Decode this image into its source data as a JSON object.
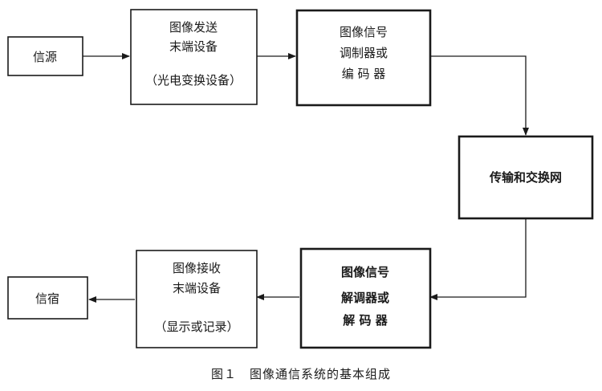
{
  "figure": {
    "caption": "图１　图像通信系统的基本组成"
  },
  "blocks": {
    "source": {
      "line1": "信源"
    },
    "tx_terminal": {
      "line1": "图像发送",
      "line2": "末端设备",
      "line3": "（光电变换设备）"
    },
    "modulator": {
      "line1": "图像信号",
      "line2": "调制器或",
      "line3": "编 码 器"
    },
    "network": {
      "line1": "传输和交换网"
    },
    "demodulator": {
      "line1": "图像信号",
      "line2": "解调器或",
      "line3": "解 码 器"
    },
    "rx_terminal": {
      "line1": "图像接收",
      "line2": "末端设备",
      "line3": "（显示或记录）"
    },
    "sink": {
      "line1": "信宿"
    }
  }
}
